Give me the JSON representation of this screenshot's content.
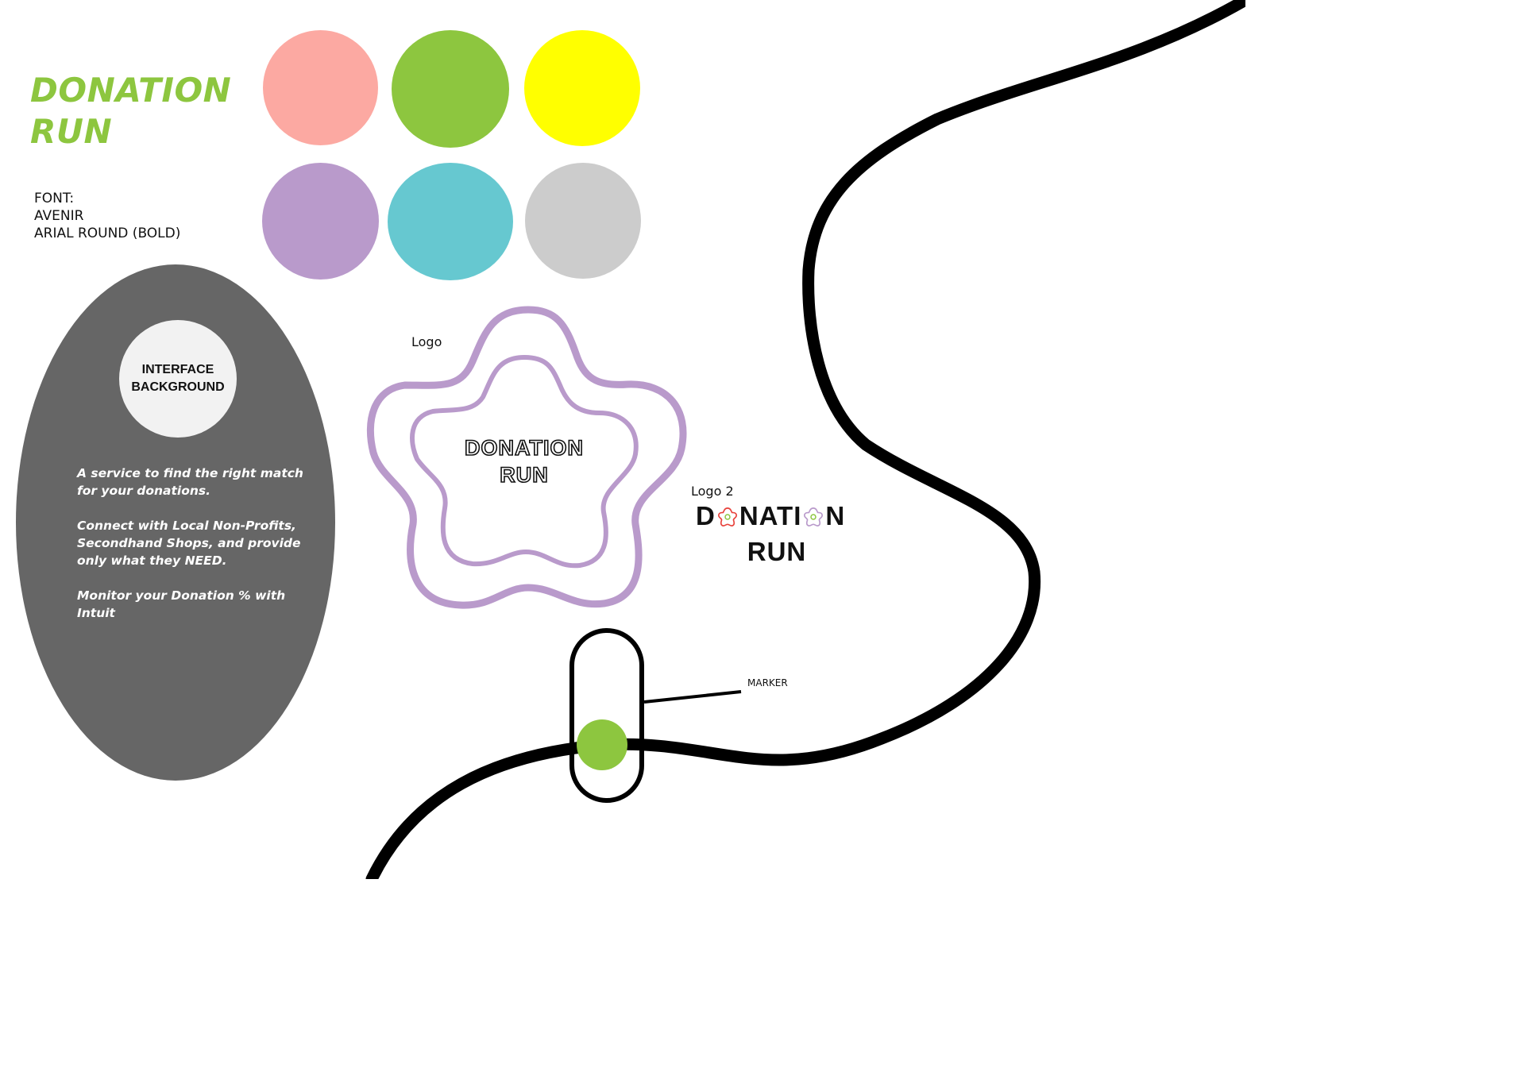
{
  "title": {
    "line1": "DONATION",
    "line2": "RUN",
    "color": "#8dc63f"
  },
  "font_spec": {
    "heading": "FONT:",
    "fonts": [
      "AVENIR",
      "ARIAL ROUND (BOLD)"
    ]
  },
  "palette": {
    "colors": [
      "#fca9a2",
      "#8dc63f",
      "#ffff00",
      "#b99acb",
      "#66c8d0",
      "#cccccc"
    ]
  },
  "interface_panel": {
    "badge_line1": "INTERFACE",
    "badge_line2": "BACKGROUND",
    "panel_color": "#666666",
    "badge_color": "#f2f2f2",
    "paragraphs": [
      "A service to find the right match for your donations.",
      "Connect with Local Non-Profits, Secondhand Shops, and provide only what they NEED.",
      "Monitor your Donation % with Intuit"
    ]
  },
  "logo1": {
    "label": "Logo",
    "line1": "DONATION",
    "line2": "RUN",
    "outline_color": "#b99acb"
  },
  "logo2": {
    "label": "Logo 2",
    "part_a": "D",
    "part_b": "NATI",
    "part_c": "N",
    "line2": "RUN",
    "flower_colors": [
      "#e8423b",
      "#b99acb"
    ],
    "center_color": "#8dc63f"
  },
  "marker": {
    "label": "MARKER",
    "dot_color": "#8dc63f"
  }
}
